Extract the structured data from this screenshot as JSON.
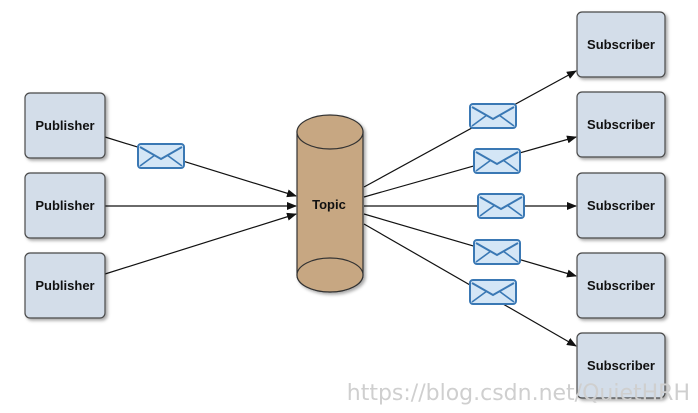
{
  "diagram": {
    "publishers": [
      {
        "label": "Publisher"
      },
      {
        "label": "Publisher"
      },
      {
        "label": "Publisher"
      }
    ],
    "topic": {
      "label": "Topic"
    },
    "subscribers": [
      {
        "label": "Subscriber"
      },
      {
        "label": "Subscriber"
      },
      {
        "label": "Subscriber"
      },
      {
        "label": "Subscriber"
      },
      {
        "label": "Subscriber"
      }
    ],
    "watermark": "https://blog.csdn.net/QuietHRH"
  },
  "colors": {
    "node_fill": "#d3dde9",
    "node_stroke": "#4a4a4a",
    "topic_fill": "#c7a782",
    "envelope_fill": "#d4e6f6",
    "envelope_stroke": "#3a78b4",
    "arrow": "#111111"
  }
}
